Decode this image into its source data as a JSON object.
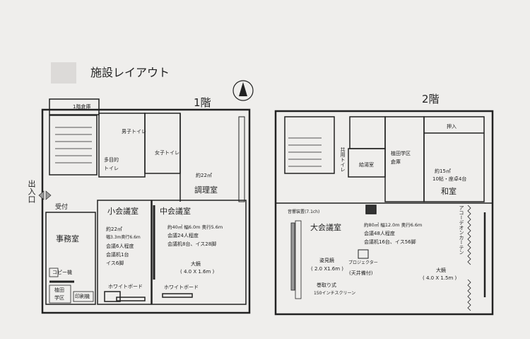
{
  "title": "施設レイアウト",
  "compass_icon": "north-arrow",
  "floor1": {
    "label": "1階",
    "storage": "1階倉庫",
    "mens_toilet": "男子トイレ",
    "womens_toilet": "女子トイレ",
    "multipurpose_toilet": [
      "多目的",
      "トイレ"
    ],
    "kitchen": {
      "area": "約22㎡",
      "name": "調理室"
    },
    "entrance": "出入口",
    "reception": "受付",
    "office": "事務室",
    "copier": "コピー機",
    "district": [
      "植田",
      "学区"
    ],
    "printer": "印刷機",
    "small_room": {
      "name": "小会議室",
      "details": [
        "約22㎡",
        "幅3.3m奥行6.6m",
        "会議6人程度",
        "会議机1台",
        "イス6脚"
      ],
      "whiteboard": "ホワイトボード"
    },
    "middle_room": {
      "name": "中会議室",
      "details": [
        "約40㎡ 幅6.0m 奥行5.6m",
        "会議24人程度",
        "会議机8台、イス28脚"
      ],
      "mirror": "大鏡",
      "mirror_size": "( 4.0 X 1.6m )",
      "whiteboard": "ホワイトボード"
    }
  },
  "floor2": {
    "label": "2階",
    "shared_toilet": "共用トイレ",
    "kitchenette": "給湯室",
    "storage": [
      "植田学区",
      "倉庫"
    ],
    "closet": "押入",
    "japanese_room": {
      "area": "約15㎡",
      "details": "10帖・座卓4台",
      "name": "和室"
    },
    "large_room": {
      "name": "大会議室",
      "audio": "音響装置(7.1ch)",
      "details": [
        "約80㎡ 幅12.0m 奥行6.6m",
        "会議48人程度",
        "会議机16台、イス56脚"
      ],
      "full_mirror": "姿見鏡",
      "full_mirror_size": "( 2.0 X1.6m )",
      "projector": "プロジェクター",
      "projector_note": "(天井備付)",
      "screen": [
        "巻取り式",
        "150インチスクリーン"
      ],
      "curtain": "アコーデオンカーテン",
      "mirror": "大鏡",
      "mirror_size": "( 4.0 X 1.5m )"
    }
  }
}
